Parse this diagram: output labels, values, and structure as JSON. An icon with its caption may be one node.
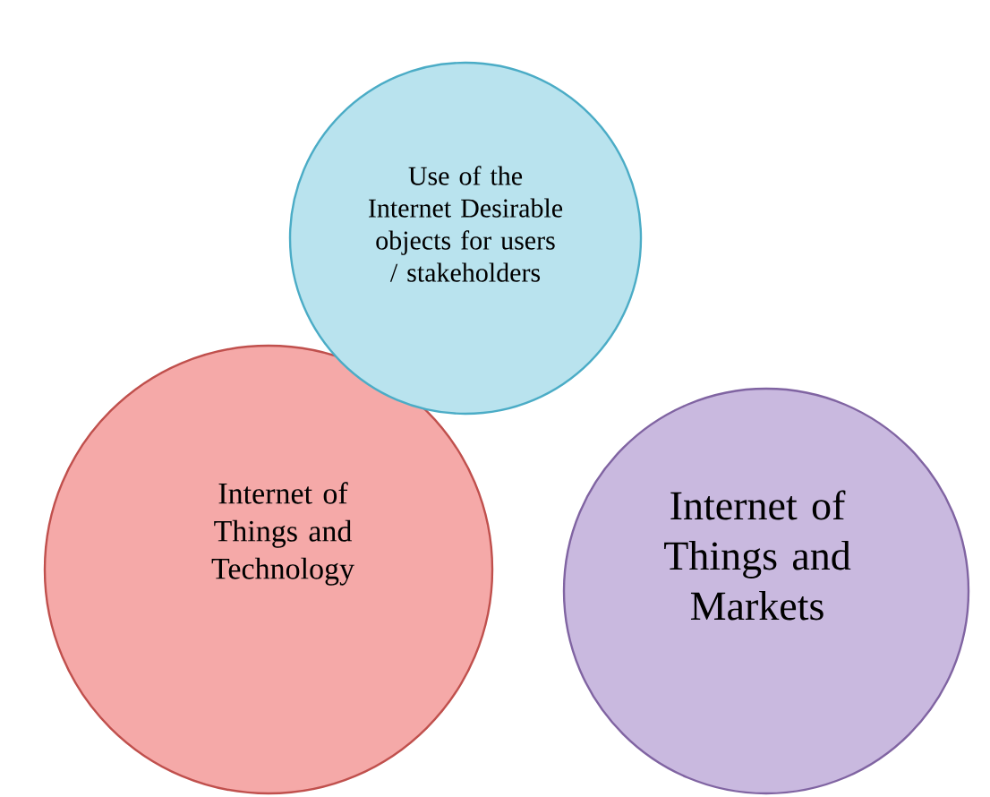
{
  "diagram": {
    "nodes": [
      {
        "text": [
          "Use of the Internet Desirable objects for users / stakeholders"
        ]
      },
      {
        "text": [
          "Internet of Things and Technology"
        ]
      },
      {
        "text": [
          "Internet of Things and Markets"
        ]
      }
    ]
  }
}
